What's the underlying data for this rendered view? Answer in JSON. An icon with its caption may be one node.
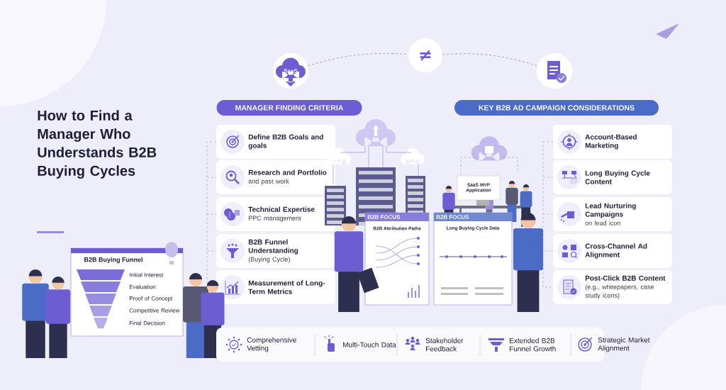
{
  "diagram": {
    "title": "How to Find a Manager Who Understands B2B Buying Cycles",
    "nodes": [
      {
        "text": [
          "SaaS"
        ]
      },
      {
        "text": [
          "≠"
        ]
      },
      {
        "text": [],
        "shape": "circle"
      },
      {
        "text": [
          "MANAGER FINDING CRITERIA"
        ]
      },
      {
        "text": [
          "Define B2B Goals and goals"
        ]
      },
      {
        "text": [
          "Research and Portfolio",
          "and past work"
        ]
      },
      {
        "text": [
          "Technical Expertise",
          "PPC management"
        ]
      },
      {
        "text": [
          "B2B Funnel Understanding",
          "(Buying Cycle)"
        ]
      },
      {
        "text": [
          "Measurement of Long-Term Metrics"
        ]
      },
      {
        "text": [
          "KEY B2B AD CAMPAIGN CONSIDERATIONS"
        ]
      },
      {
        "text": [
          "Account-Based Marketing"
        ]
      },
      {
        "text": [
          "Long Buying Cycle Content"
        ]
      },
      {
        "text": [
          "Lead Nurturing Campaigns",
          "on lead icon"
        ]
      },
      {
        "text": [
          "Cross-Channel Ad Alignment"
        ]
      },
      {
        "text": [
          "Post-Click B2B Content",
          "(e.g., whitepapers, case study icons)"
        ]
      }
    ],
    "edges": [
      {
        "from": 0,
        "to": 1,
        "arrow": "none",
        "style": "dashed"
      },
      {
        "from": 1,
        "to": 2,
        "arrow": "none",
        "style": "dashed"
      }
    ],
    "labels": [
      "SaaS MVP Application",
      "B2B FOCUS",
      "B2B Attribution Paths",
      "B2B FOCUS",
      "Long Buying Cycle Data",
      "B2B Buying Funnel",
      "Initial Interest",
      "Evaluation",
      "Proof of Concept",
      "Competitive Review",
      "Final Decision",
      "Comprehensive Vetting",
      "Multi-Touch Data",
      "Stakeholder Feedback",
      "Extended B2B Funnel Growth",
      "Strategic Market Alignment"
    ]
  }
}
